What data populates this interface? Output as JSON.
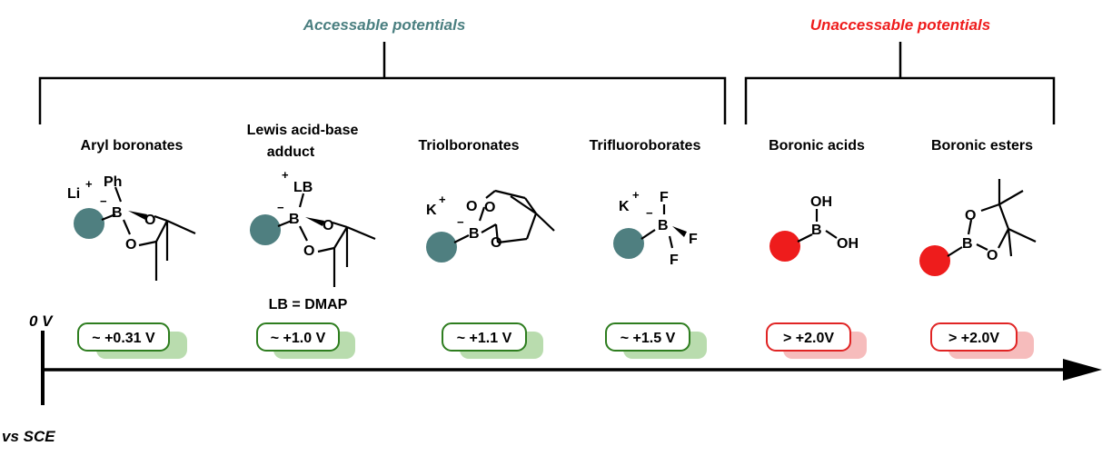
{
  "colors": {
    "accessible": "#4a7f80",
    "unaccessible": "#ee1c1c",
    "green_border": "#2e7d1f",
    "green_shadow": "#b9dcae",
    "red_border": "#e02424",
    "red_shadow": "#f6bcbc",
    "teal_sphere": "#4f7f80",
    "red_sphere": "#ee1c1c"
  },
  "headers": {
    "accessible": "Accessable potentials",
    "unaccessible": "Unaccessable potentials"
  },
  "axis": {
    "zero": "0 V",
    "reference": "vs SCE"
  },
  "categories": [
    {
      "name_lines": [
        "Aryl boronates"
      ],
      "potential": "~ +0.31 V",
      "group": "accessible"
    },
    {
      "name_lines": [
        "Lewis acid-base",
        "adduct"
      ],
      "potential": "~ +1.0 V",
      "group": "accessible",
      "note": "LB = DMAP"
    },
    {
      "name_lines": [
        "Triolboronates"
      ],
      "potential": "~ +1.1 V",
      "group": "accessible"
    },
    {
      "name_lines": [
        "Trifluoroborates"
      ],
      "potential": "~ +1.5 V",
      "group": "accessible"
    },
    {
      "name_lines": [
        "Boronic acids"
      ],
      "potential": "> +2.0V",
      "group": "unaccessible"
    },
    {
      "name_lines": [
        "Boronic esters"
      ],
      "potential": "> +2.0V",
      "group": "unaccessible"
    }
  ],
  "atoms": {
    "li": "Li",
    "k": "K",
    "b": "B",
    "o": "O",
    "ph": "Ph",
    "lb": "LB",
    "f": "F",
    "oh": "OH",
    "plus": "+",
    "minus": "−"
  }
}
